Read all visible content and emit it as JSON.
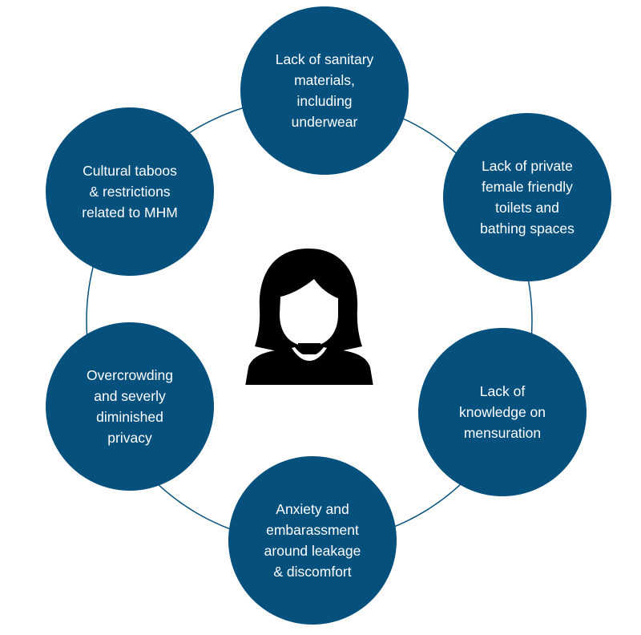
{
  "diagram": {
    "colors": {
      "node_fill": "#05507d",
      "ring_stroke": "#05507d",
      "label_text": "#ffffff",
      "icon_fill": "#000000"
    },
    "center_icon": "woman-silhouette-icon",
    "nodes": [
      {
        "id": "sanitary",
        "label": "Lack of sanitary\nmaterials,\nincluding\nunderwear"
      },
      {
        "id": "toilets",
        "label": "Lack of private\nfemale friendly\ntoilets and\nbathing spaces"
      },
      {
        "id": "knowledge",
        "label": "Lack of\nknowledge on\nmensuration"
      },
      {
        "id": "anxiety",
        "label": "Anxiety and\nembarassment\naround leakage\n& discomfort"
      },
      {
        "id": "privacy",
        "label": "Overcrowding\nand severly\ndiminished\nprivacy"
      },
      {
        "id": "taboos",
        "label": "Cultural taboos\n& restrictions\nrelated to MHM"
      }
    ]
  }
}
